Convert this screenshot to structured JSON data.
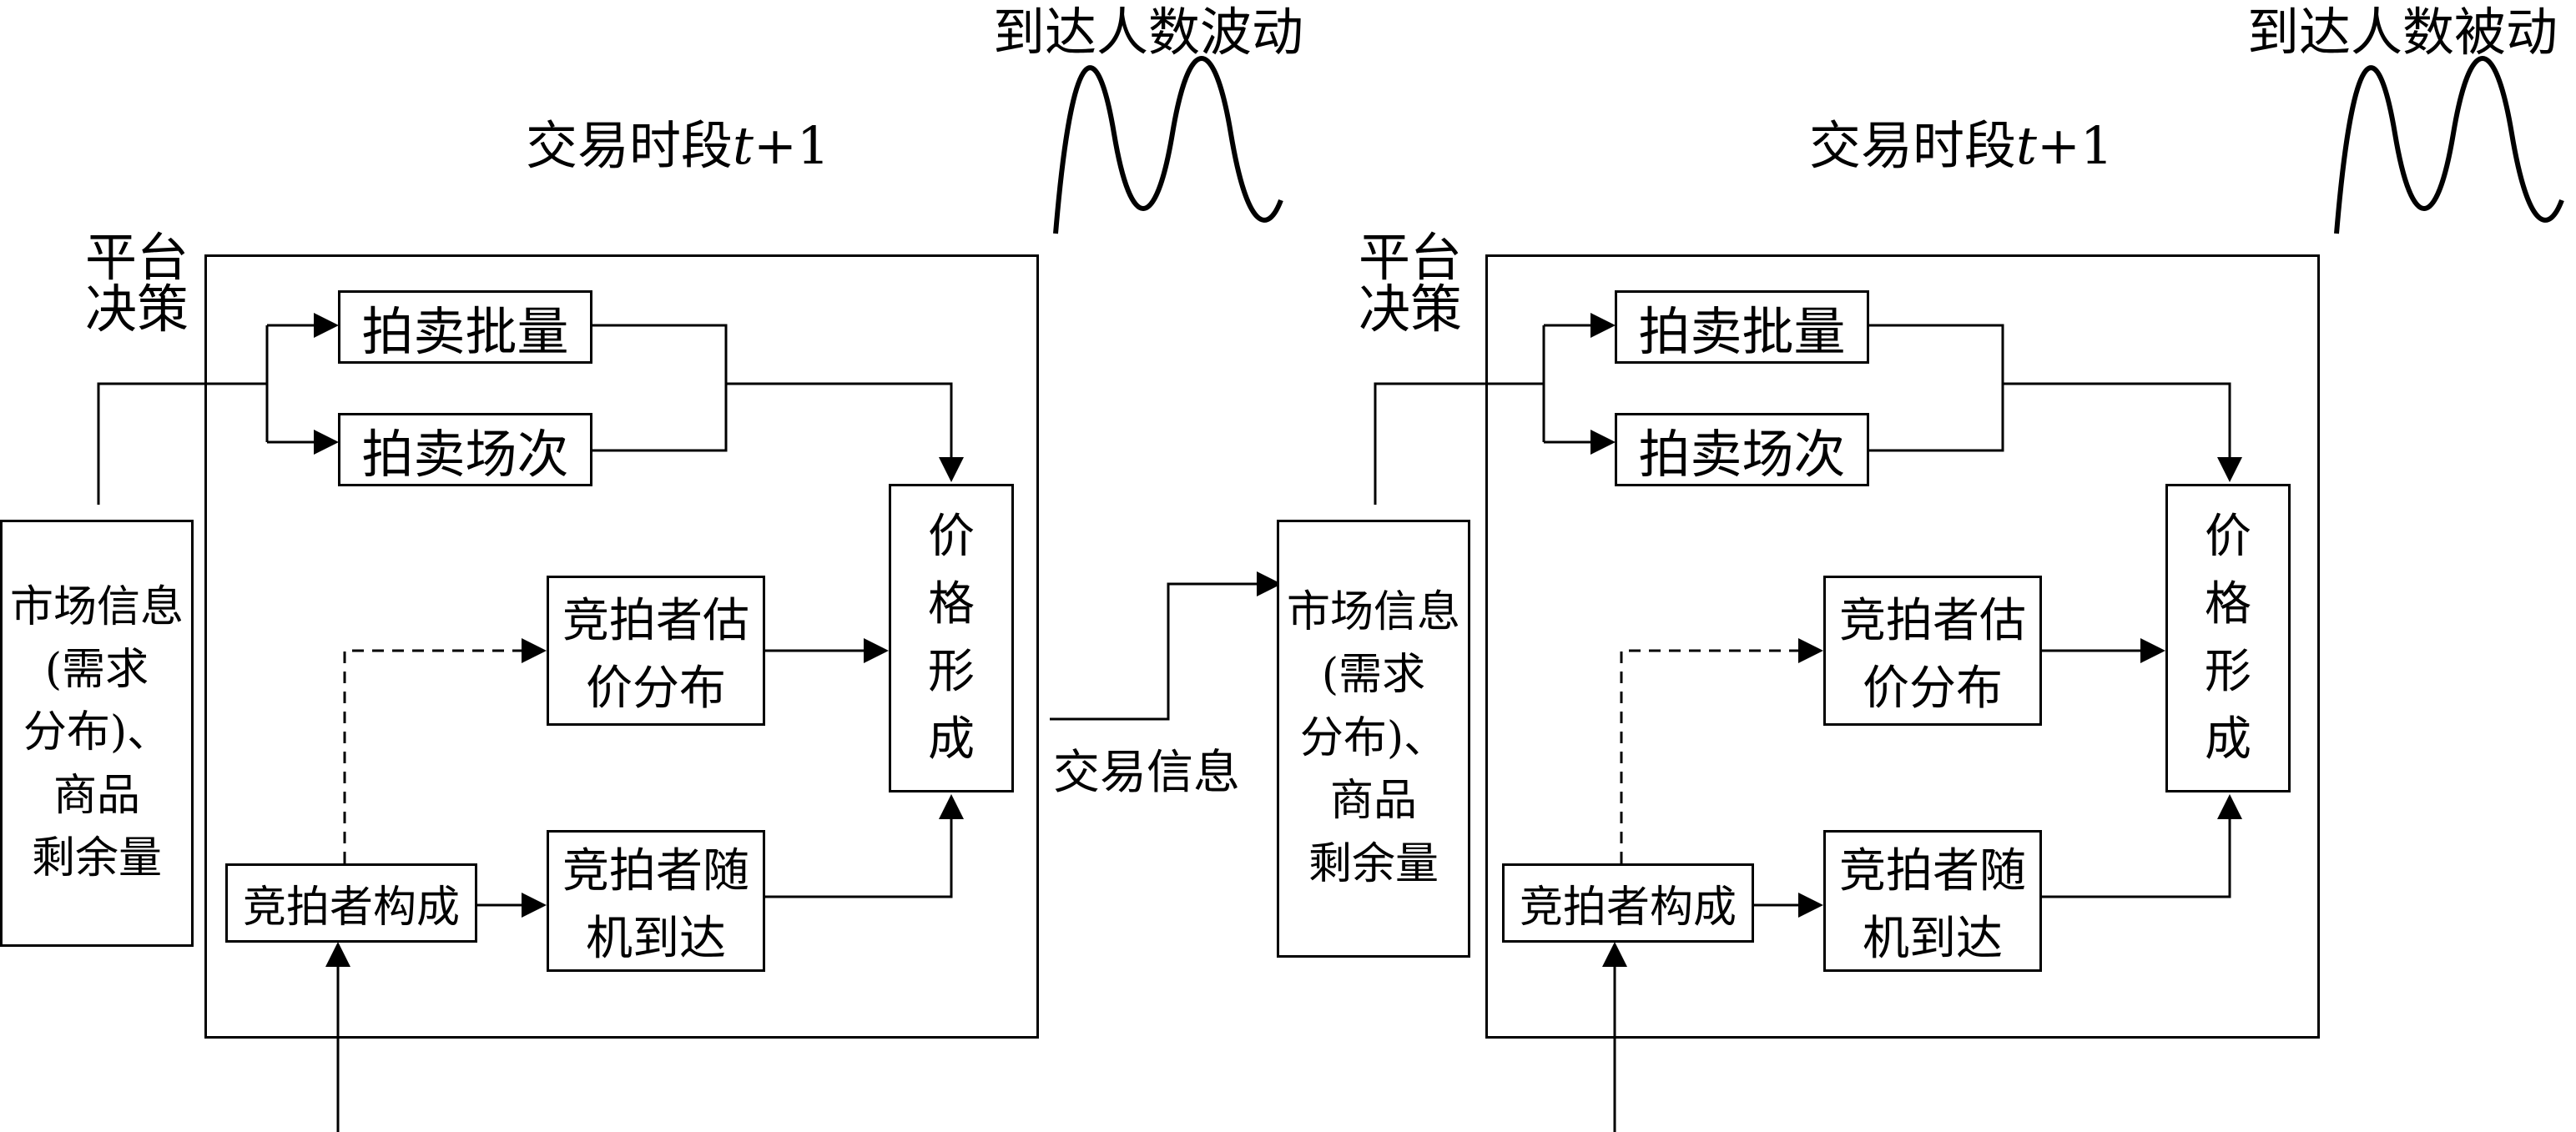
{
  "panels": [
    {
      "period_label": "交易时段",
      "period_var": "t",
      "period_suffix": "+1",
      "wave_label": "到达人数波动",
      "platform_line1": "平台",
      "platform_line2": "决策",
      "market_box": [
        "市场信息",
        "(需求",
        "分布)、",
        "商品",
        "剩余量"
      ],
      "auction_batch": "拍卖批量",
      "auction_sessions": "拍卖场次",
      "bidder_valuation": [
        "竞拍者估",
        "价分布"
      ],
      "bidder_composition": "竞拍者构成",
      "bidder_arrival": [
        "竞拍者随",
        "机到达"
      ],
      "price_formation": [
        "价",
        "格",
        "形",
        "成"
      ]
    },
    {
      "period_label": "交易时段",
      "period_var": "t",
      "period_suffix": "+1",
      "wave_label": "到达人数被动",
      "platform_line1": "平台",
      "platform_line2": "决策",
      "market_box": [
        "市场信息",
        "(需求",
        "分布)、",
        "商品",
        "剩余量"
      ],
      "auction_batch": "拍卖批量",
      "auction_sessions": "拍卖场次",
      "bidder_valuation": [
        "竞拍者估",
        "价分布"
      ],
      "bidder_composition": "竞拍者构成",
      "bidder_arrival": [
        "竞拍者随",
        "机到达"
      ],
      "price_formation": [
        "价",
        "格",
        "形",
        "成"
      ]
    }
  ],
  "transaction_info": "交易信息"
}
